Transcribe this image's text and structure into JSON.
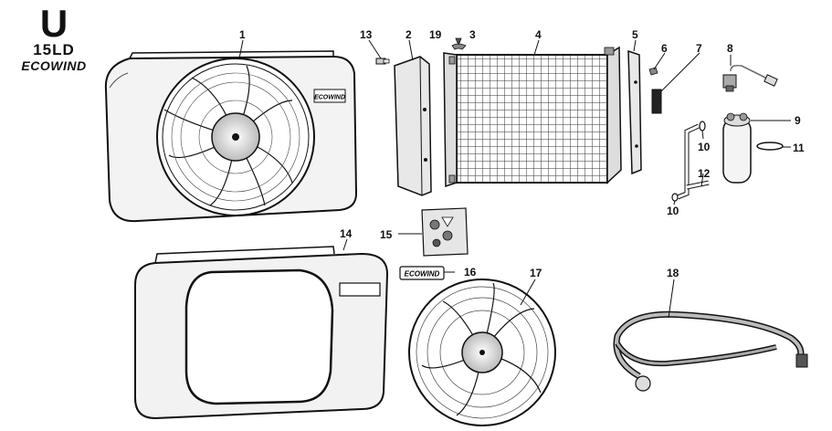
{
  "header": {
    "letter": "U",
    "model": "15LD",
    "logo": "ECOWIND"
  },
  "parts": [
    {
      "id": "1",
      "icon": "outdoor-unit-assembly-icon"
    },
    {
      "id": "2",
      "icon": "side-bracket-icon"
    },
    {
      "id": "3",
      "icon": "clip-icon"
    },
    {
      "id": "4",
      "icon": "condenser-coil-icon"
    },
    {
      "id": "5",
      "icon": "side-bracket-icon"
    },
    {
      "id": "6",
      "icon": "screw-icon"
    },
    {
      "id": "7",
      "icon": "foam-pad-icon"
    },
    {
      "id": "8",
      "icon": "pressure-switch-icon"
    },
    {
      "id": "9",
      "icon": "receiver-drier-icon"
    },
    {
      "id": "10",
      "icon": "o-ring-icon"
    },
    {
      "id": "11",
      "icon": "o-ring-icon"
    },
    {
      "id": "12",
      "icon": "pipe-icon"
    },
    {
      "id": "13",
      "icon": "bolt-icon"
    },
    {
      "id": "14",
      "icon": "front-cover-icon"
    },
    {
      "id": "15",
      "icon": "hardware-bag-icon"
    },
    {
      "id": "16",
      "icon": "logo-badge-icon"
    },
    {
      "id": "17",
      "icon": "fan-assembly-icon"
    },
    {
      "id": "18",
      "icon": "wiring-harness-icon"
    },
    {
      "id": "19",
      "icon": "screw-icon"
    }
  ],
  "badges": {
    "unit_logo": "ECOWIND",
    "loose_logo": "ECOWIND"
  }
}
